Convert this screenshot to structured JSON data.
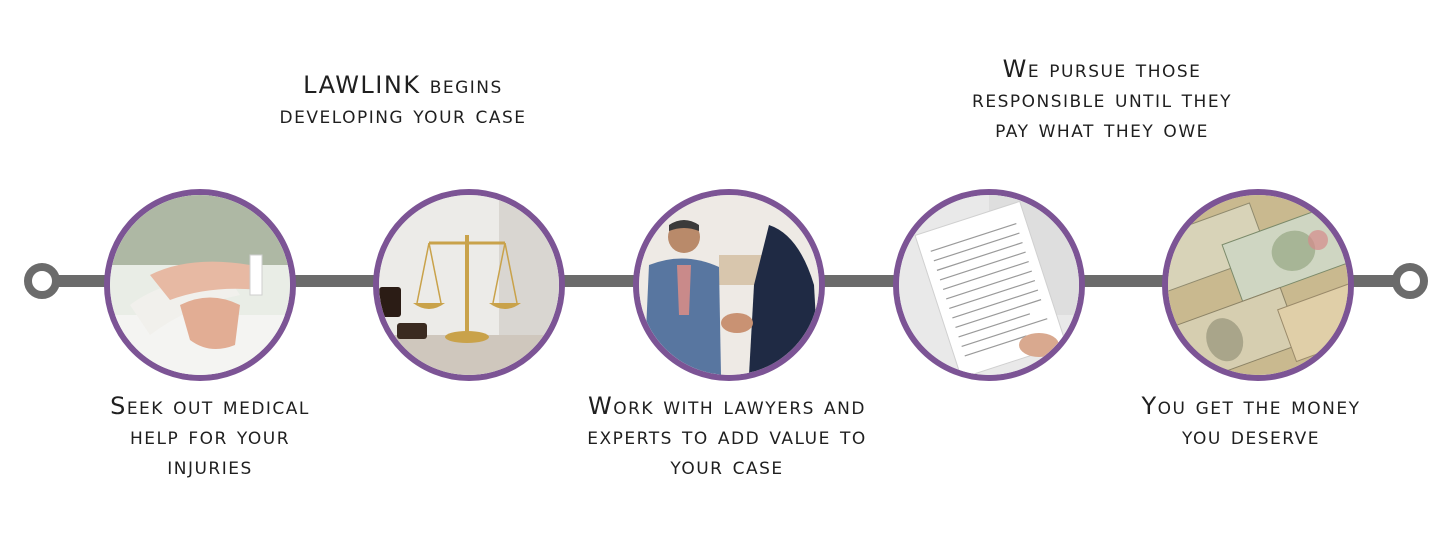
{
  "steps": [
    {
      "label_lines": [
        "Seek out medical",
        "help for your",
        "injuries"
      ],
      "icon": "bandaged-hand-photo"
    },
    {
      "label_lines": [
        "LAWLINK begins",
        "developing your case"
      ],
      "icon": "scales-of-justice-photo"
    },
    {
      "label_lines": [
        "Work with lawyers and",
        "experts to add value to",
        "your case"
      ],
      "icon": "handshake-photo"
    },
    {
      "label_lines": [
        "We pursue those",
        "responsible until they",
        "pay what they owe"
      ],
      "icon": "legal-document-photo"
    },
    {
      "label_lines": [
        "You get the money",
        "you deserve"
      ],
      "icon": "dollar-bills-photo"
    }
  ],
  "colors": {
    "line": "#6b6b6b",
    "circle_border": "#7c5495",
    "text": "#1f1f1f"
  }
}
